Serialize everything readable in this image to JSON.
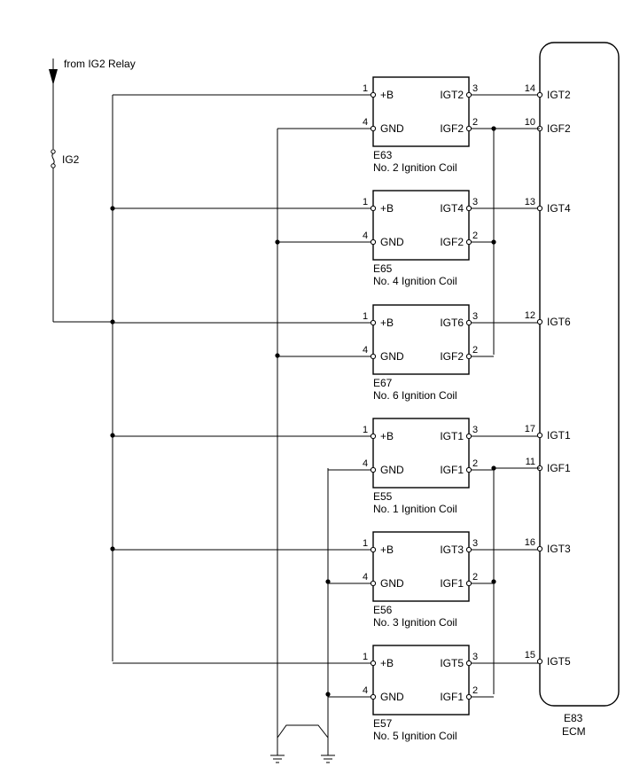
{
  "source": {
    "label": "from IG2 Relay"
  },
  "fuse": {
    "label": "IG2"
  },
  "coils": [
    {
      "connector": "E63",
      "name": "No. 2 Ignition Coil",
      "pin_b": "1",
      "pin_gnd": "4",
      "pin_igt": "3",
      "pin_igf": "2",
      "b_label": "+B",
      "gnd_label": "GND",
      "igt_label": "IGT2",
      "igf_label": "IGF2"
    },
    {
      "connector": "E65",
      "name": "No. 4 Ignition Coil",
      "pin_b": "1",
      "pin_gnd": "4",
      "pin_igt": "3",
      "pin_igf": "2",
      "b_label": "+B",
      "gnd_label": "GND",
      "igt_label": "IGT4",
      "igf_label": "IGF2"
    },
    {
      "connector": "E67",
      "name": "No. 6 Ignition Coil",
      "pin_b": "1",
      "pin_gnd": "4",
      "pin_igt": "3",
      "pin_igf": "2",
      "b_label": "+B",
      "gnd_label": "GND",
      "igt_label": "IGT6",
      "igf_label": "IGF2"
    },
    {
      "connector": "E55",
      "name": "No. 1 Ignition Coil",
      "pin_b": "1",
      "pin_gnd": "4",
      "pin_igt": "3",
      "pin_igf": "2",
      "b_label": "+B",
      "gnd_label": "GND",
      "igt_label": "IGT1",
      "igf_label": "IGF1"
    },
    {
      "connector": "E56",
      "name": "No. 3 Ignition Coil",
      "pin_b": "1",
      "pin_gnd": "4",
      "pin_igt": "3",
      "pin_igf": "2",
      "b_label": "+B",
      "gnd_label": "GND",
      "igt_label": "IGT3",
      "igf_label": "IGF1"
    },
    {
      "connector": "E57",
      "name": "No. 5 Ignition Coil",
      "pin_b": "1",
      "pin_gnd": "4",
      "pin_igt": "3",
      "pin_igf": "2",
      "b_label": "+B",
      "gnd_label": "GND",
      "igt_label": "IGT5",
      "igf_label": "IGF1"
    }
  ],
  "ecm": {
    "connector": "E83",
    "name": "ECM",
    "terminals": [
      {
        "pin": "14",
        "label": "IGT2"
      },
      {
        "pin": "10",
        "label": "IGF2"
      },
      {
        "pin": "13",
        "label": "IGT4"
      },
      {
        "pin": "12",
        "label": "IGT6"
      },
      {
        "pin": "17",
        "label": "IGT1"
      },
      {
        "pin": "11",
        "label": "IGF1"
      },
      {
        "pin": "16",
        "label": "IGT3"
      },
      {
        "pin": "15",
        "label": "IGT5"
      }
    ]
  }
}
